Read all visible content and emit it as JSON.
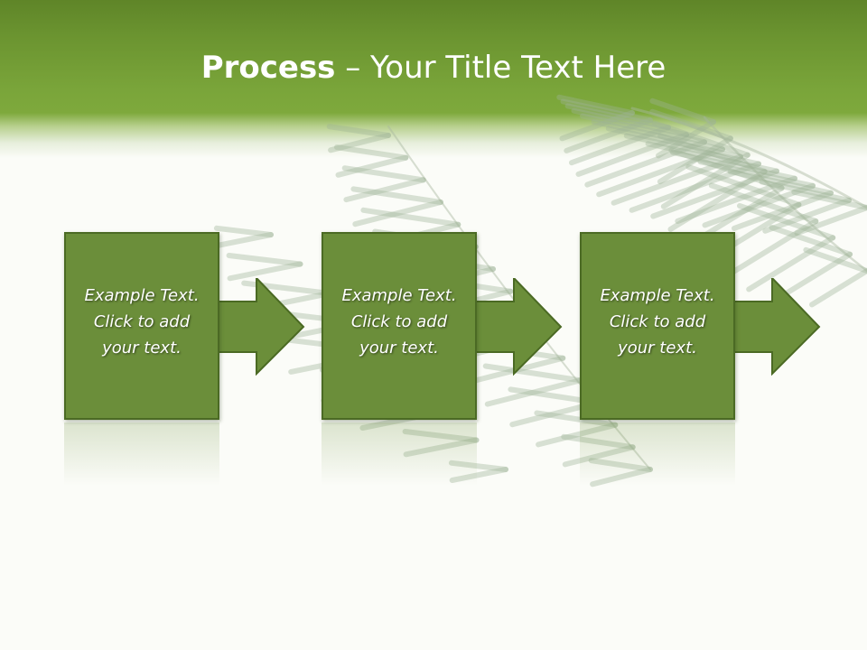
{
  "title": {
    "bold": "Process",
    "rest": " – Your Title Text Here"
  },
  "steps": [
    {
      "text": "Example Text.\nClick  to add\nyour text."
    },
    {
      "text": "Example Text.\nClick  to add\nyour text."
    },
    {
      "text": "Example Text.\nClick  to add\nyour text."
    }
  ],
  "colors": {
    "header": "#7ea93c",
    "box_fill": "#6b8e3a",
    "box_border": "#4b6a24",
    "text": "#ffffff"
  }
}
